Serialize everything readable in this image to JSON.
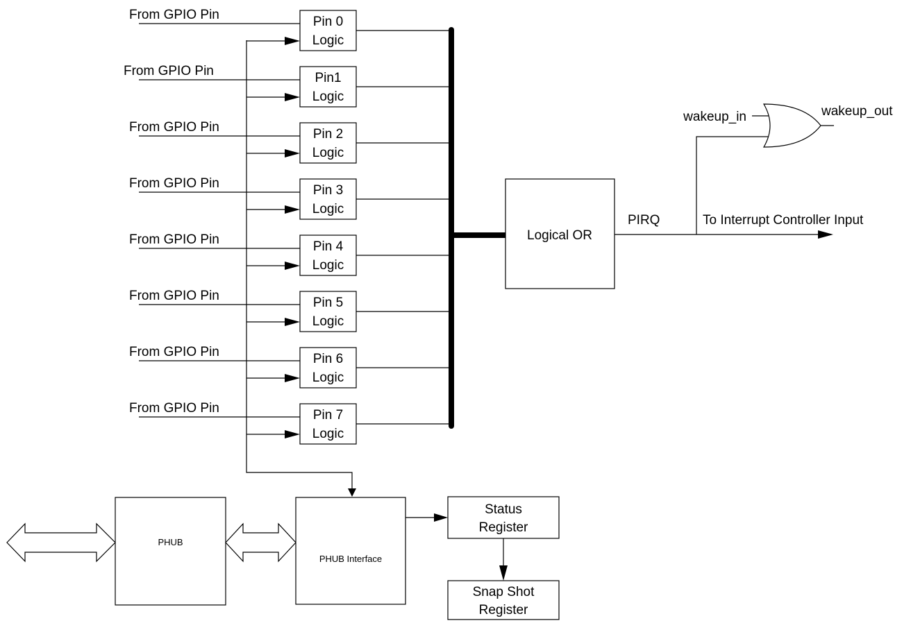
{
  "gpio_pins": [
    {
      "input_label": "From GPIO Pin",
      "block_line1": "Pin 0",
      "block_line2": "Logic"
    },
    {
      "input_label": "From GPIO Pin",
      "block_line1": "Pin1",
      "block_line2": "Logic"
    },
    {
      "input_label": "From GPIO Pin",
      "block_line1": "Pin 2",
      "block_line2": "Logic"
    },
    {
      "input_label": "From GPIO Pin",
      "block_line1": "Pin 3",
      "block_line2": "Logic"
    },
    {
      "input_label": "From GPIO Pin",
      "block_line1": "Pin 4",
      "block_line2": "Logic"
    },
    {
      "input_label": "From GPIO Pin",
      "block_line1": "Pin 5",
      "block_line2": "Logic"
    },
    {
      "input_label": "From GPIO Pin",
      "block_line1": "Pin 6",
      "block_line2": "Logic"
    },
    {
      "input_label": "From GPIO Pin",
      "block_line1": "Pin 7",
      "block_line2": "Logic"
    }
  ],
  "logical_or": {
    "label": "Logical OR"
  },
  "pirq_label": "PIRQ",
  "interrupt_output_label": "To Interrupt Controller Input",
  "or_gate": {
    "input_label": "wakeup_in",
    "output_label": "wakeup_out"
  },
  "phub": {
    "label": "PHUB"
  },
  "phub_interface": {
    "label": "PHUB Interface"
  },
  "status_register": {
    "line1": "Status",
    "line2": "Register"
  },
  "snapshot_register": {
    "line1": "Snap Shot",
    "line2": "Register"
  }
}
